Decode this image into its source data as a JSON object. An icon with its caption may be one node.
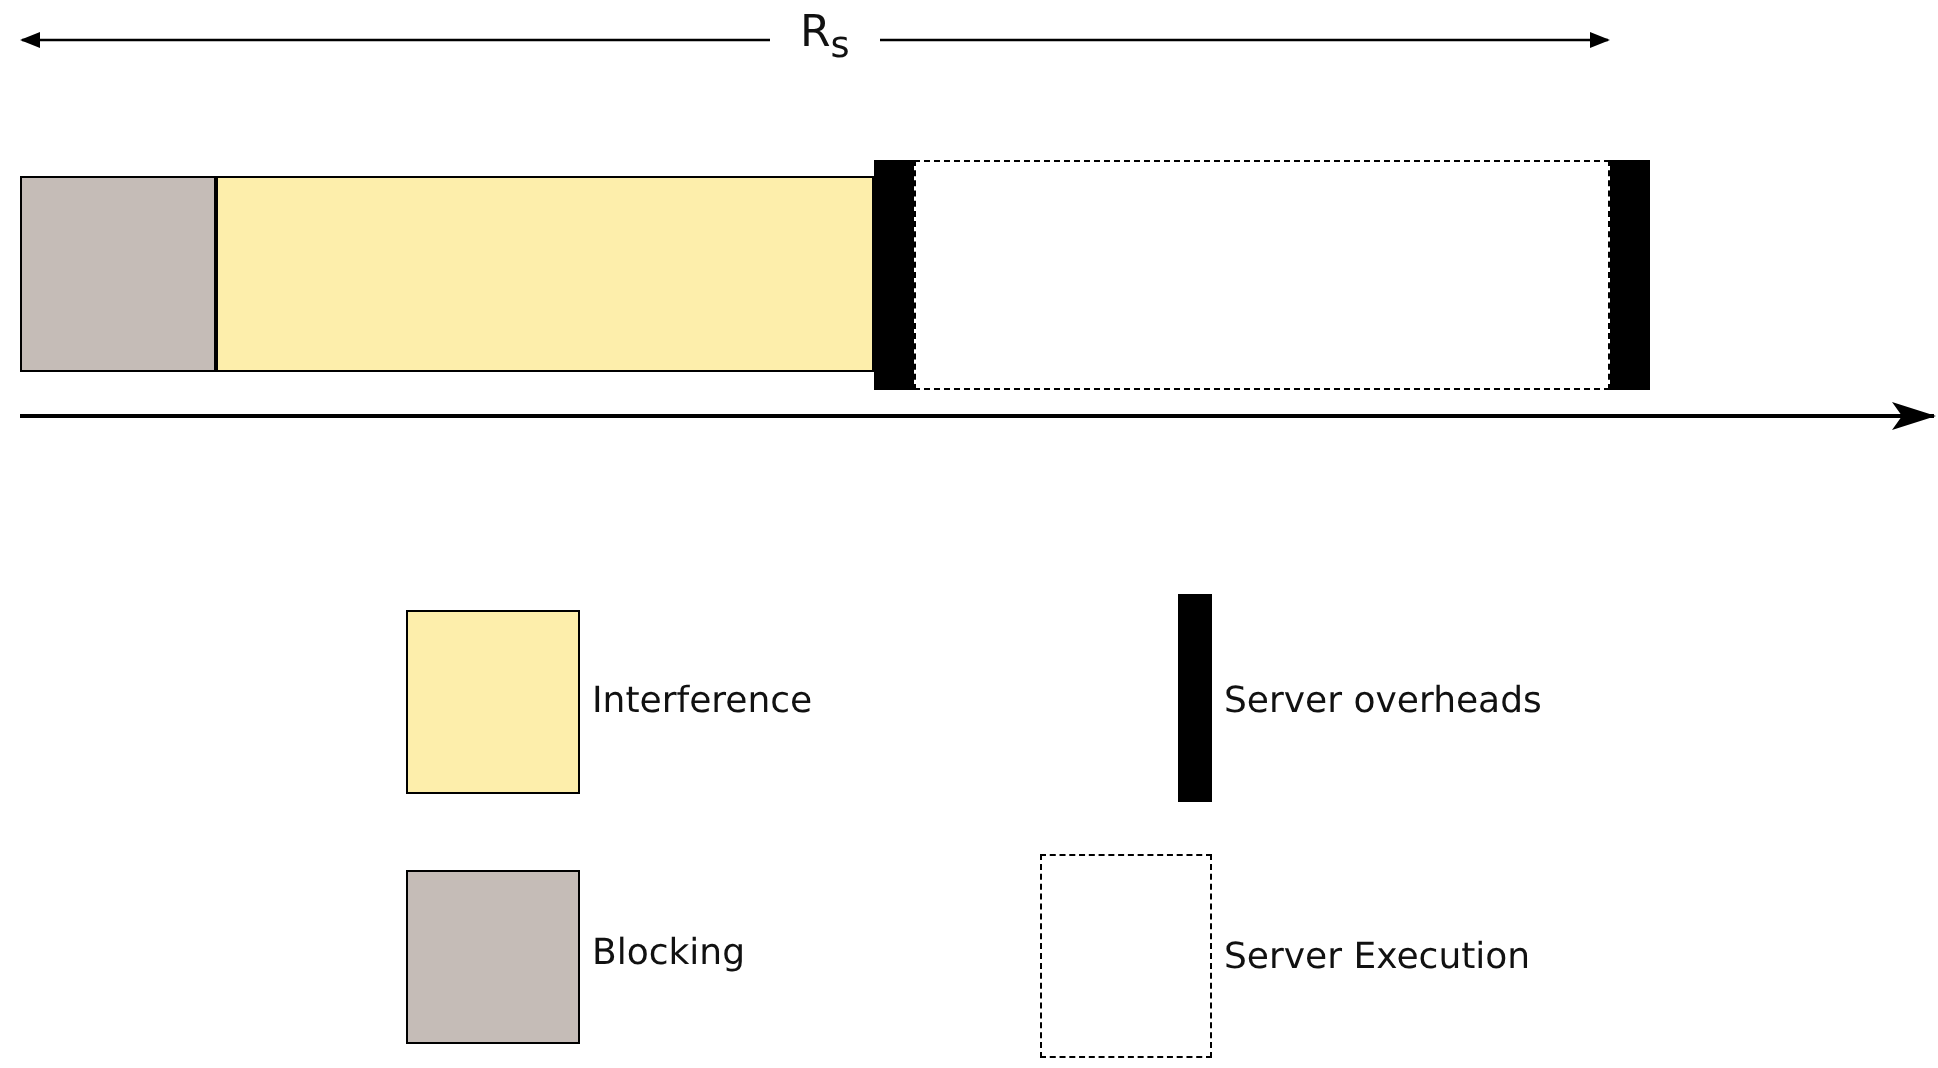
{
  "diagram": {
    "nodes": [
      {
        "text": [],
        "shape": "box"
      },
      {
        "text": [],
        "shape": "box"
      },
      {
        "text": [],
        "shape": "bar"
      },
      {
        "text": [],
        "shape": "box"
      },
      {
        "text": [],
        "shape": "bar"
      }
    ],
    "labels": [
      "R$_{s}$"
    ],
    "legend": [
      {
        "text": "Interference",
        "color": "#fdeeab"
      },
      {
        "text": "Server overheads",
        "color": "#000000"
      },
      {
        "text": "Blocking",
        "color": "#c5bcb7"
      },
      {
        "text": "Server Execution"
      }
    ]
  }
}
